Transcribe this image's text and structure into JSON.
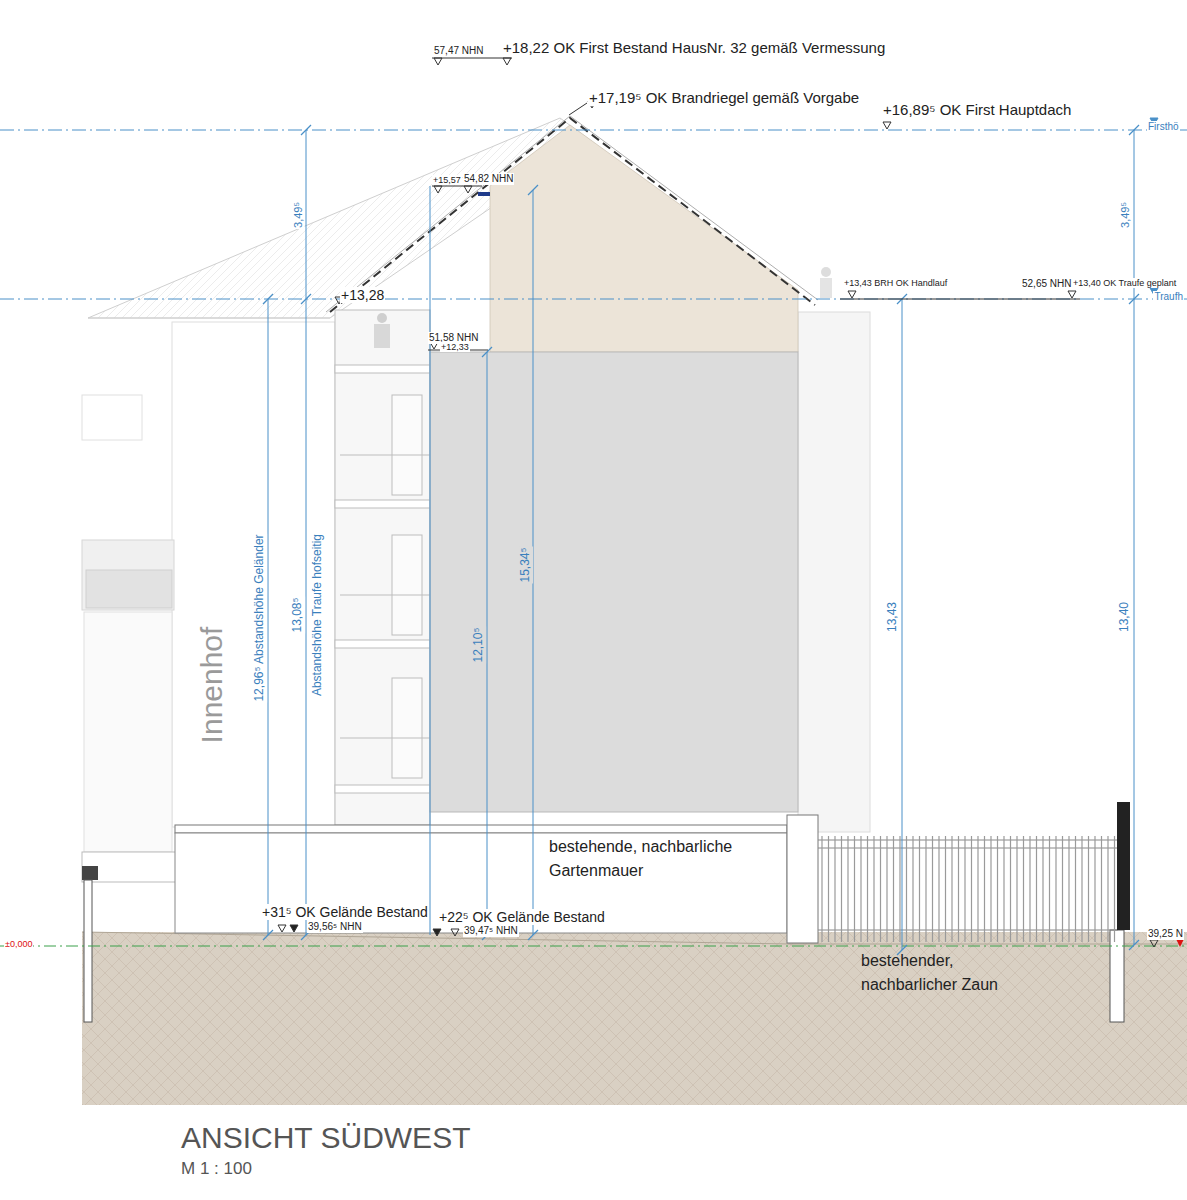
{
  "diagram": {
    "title": "ANSICHT SÜDWEST",
    "caption": "M 1 : 100",
    "labels": [
      "57,47 NHN",
      "+18,22 OK First Bestand HausNr. 32 gemäß Vermessung",
      "+17,19⁵ OK Brandriegel gemäß Vorgabe",
      "+16,89⁵ OK First Hauptdach",
      "Firsthö",
      "3,49⁵",
      "+15,57",
      "54,82 NHN",
      "+13,28",
      "+13,43 BRH OK Handlauf",
      "52,65 NHN",
      "+13,40 OK Traufe geplant",
      "3,49⁵",
      "Traufh",
      "51,58 NHN",
      "+12,33",
      "12,96⁵ Abstandshöhe Geländer",
      "13,08⁵",
      "Abstandshöhe Traufe hofseitig",
      "Innenhof",
      "15,34⁵",
      "12,10⁵",
      "13,43",
      "13,40",
      "bestehende, nachbarliche Gartenmauer",
      "+31⁵ OK Gelände Bestand",
      "39,56⁵ NHN",
      "+22⁵ OK Gelände Bestand",
      "39,47⁵ NHN",
      "±0,000",
      "bestehender, nachbarlicher Zaun",
      "39,25 N"
    ]
  }
}
